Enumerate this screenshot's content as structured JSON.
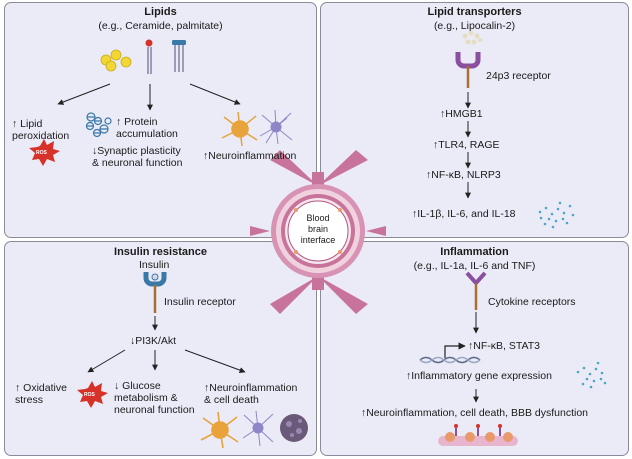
{
  "colors": {
    "panel_bg": "#ebebf7",
    "panel_border": "#8a8a9a",
    "vessel": "#c8749a",
    "receptor_purple": "#8a4f9e",
    "receptor_blue": "#3a78a8",
    "ros_red": "#d6322a",
    "lipid_yellow": "#f2d633",
    "astrocyte_orange": "#e8a33a",
    "microglia_purple": "#8f86c8",
    "dots_teal": "#4ca7c4"
  },
  "icons": [
    "lipid-droplet-icon",
    "ceramide-icon",
    "palmitate-icon",
    "ros-icon",
    "protein-aggregate-icon",
    "astrocyte-icon",
    "microglia-icon",
    "receptor-icon",
    "blood-vessel-icon",
    "cytokine-dots-icon",
    "dna-icon",
    "neuron-icon"
  ],
  "lipids": {
    "title": "Lipids",
    "subtitle": "(e.g., Ceramide, palmitate)",
    "lipid_peroxidation": "↑ Lipid\nperoxidation",
    "ros_label": "ROS",
    "protein_accumulation": "↑ Protein\naccumulation",
    "synaptic": "↓Synaptic plasticity\n& neuronal function",
    "neuroinflammation": "↑Neuroinflammation"
  },
  "transporters": {
    "title": "Lipid transporters",
    "subtitle": "(e.g., Lipocalin-2)",
    "receptor": "24p3 receptor",
    "hmgb1": "↑HMGB1",
    "tlr4": "↑TLR4, RAGE",
    "nfkb": "↑NF-κB, NLRP3",
    "il": "↑IL-1β, IL-6, and IL-18"
  },
  "insulin": {
    "title": "Insulin resistance",
    "insulin": "Insulin",
    "receptor": "Insulin receptor",
    "pi3k": "↓PI3K/Akt",
    "oxidative": "↑ Oxidative\nstress",
    "ros_label": "ROS",
    "glucose": "↓ Glucose\nmetabolism &\nneuronal function",
    "neuroinflammation": "↑Neuroinflammation\n& cell death"
  },
  "inflammation": {
    "title": "Inflammation",
    "subtitle": "(e.g., IL-1a, IL-6 and TNF)",
    "receptor": "Cytokine receptors",
    "nfkb": "↑NF-κB, STAT3",
    "gene": "↑Inflammatory gene expression",
    "outcome": "↑Neuroinflammation, cell death, BBB dysfunction"
  },
  "center": {
    "label": "Blood\nbrain\ninterface"
  }
}
